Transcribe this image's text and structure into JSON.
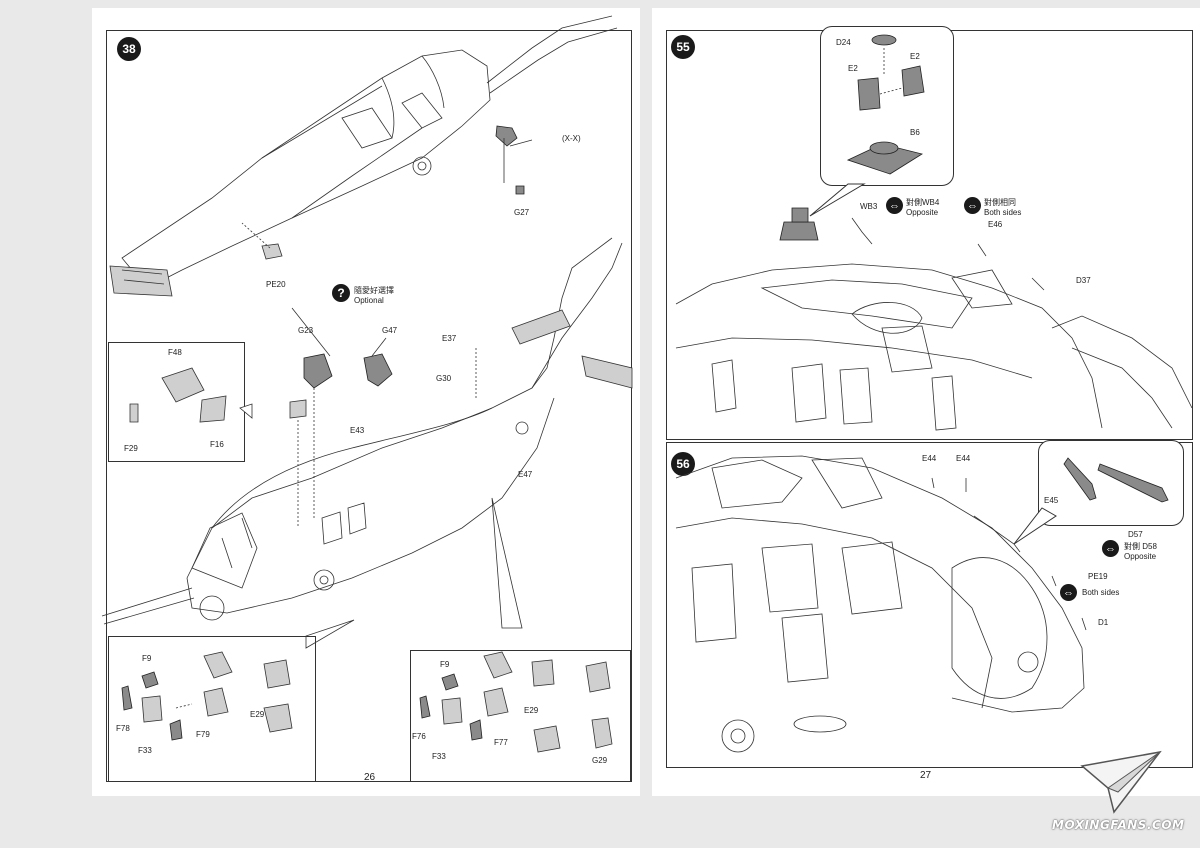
{
  "left_page": {
    "step": "38",
    "page_number": "26",
    "optional": {
      "cn": "隨愛好選擇",
      "en": "Optional"
    },
    "callouts": {
      "xx": "(X-X)",
      "g27": "G27",
      "pe20": "PE20",
      "g23": "G23",
      "g47": "G47",
      "e37": "E37",
      "g30": "G30",
      "e43": "E43",
      "e47": "E47",
      "f48": "F48",
      "f29": "F29",
      "f16": "F16"
    },
    "inset_a": {
      "f9": "F9",
      "e29": "E29",
      "f78": "F78",
      "f79": "F79",
      "f33": "F33"
    },
    "inset_b": {
      "f9": "F9",
      "e29": "E29",
      "f76": "F76",
      "f77": "F77",
      "f33": "F33",
      "g29": "G29"
    }
  },
  "right_page": {
    "page_number": "27",
    "step55": {
      "step": "55",
      "callouts": {
        "d24": "D24",
        "e2a": "E2",
        "e2b": "E2",
        "b6": "B6",
        "wb3": "WB3",
        "e46": "E46",
        "d37": "D37"
      },
      "opposite_note": {
        "cn": "對側WB4",
        "en": "Opposite"
      },
      "both_sides_note": {
        "cn": "對側相同",
        "en": "Both sides"
      }
    },
    "step56": {
      "step": "56",
      "callouts": {
        "e44a": "E44",
        "e44b": "E44",
        "e45": "E45",
        "d57": "D57",
        "pe19": "PE19",
        "d1": "D1"
      },
      "opposite_note": {
        "cn": "對側 D58",
        "en": "Opposite"
      },
      "both_sides_note": {
        "en": "Both sides"
      }
    }
  },
  "watermark": {
    "text": "MOXINGFANS.COM",
    "icon": "paper-plane-icon"
  }
}
